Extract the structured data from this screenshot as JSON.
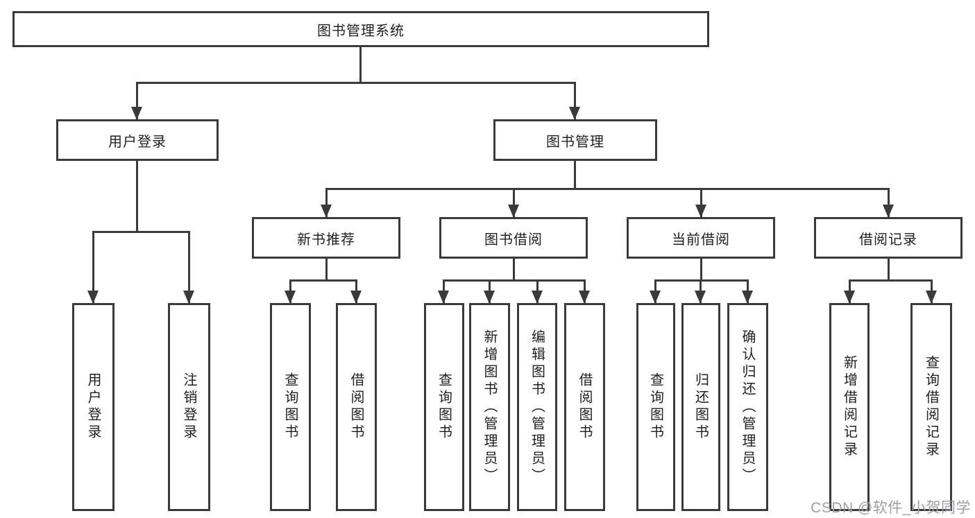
{
  "tree": {
    "label": "图书管理系统",
    "children": [
      {
        "label": "用户登录",
        "children": [
          {
            "label": "用户登录"
          },
          {
            "label": "注销登录"
          }
        ]
      },
      {
        "label": "图书管理",
        "children": [
          {
            "label": "新书推荐",
            "children": [
              {
                "label": "查询图书"
              },
              {
                "label": "借阅图书"
              }
            ]
          },
          {
            "label": "图书借阅",
            "children": [
              {
                "label": "查询图书"
              },
              {
                "label": "新增图书（管理员）"
              },
              {
                "label": "编辑图书（管理员）"
              },
              {
                "label": "借阅图书"
              }
            ]
          },
          {
            "label": "当前借阅",
            "children": [
              {
                "label": "查询图书"
              },
              {
                "label": "归还图书"
              },
              {
                "label": "确认归还（管理员）"
              }
            ]
          },
          {
            "label": "借阅记录",
            "children": [
              {
                "label": "新增借阅记录"
              },
              {
                "label": "查询借阅记录"
              }
            ]
          }
        ]
      }
    ]
  },
  "watermark": {
    "text": "CSDN @软件_小贺同学"
  },
  "colors": {
    "line": "#3a3a3a",
    "ink": "#1f1f1f",
    "watermark": "#9e9ea4",
    "background": "#ffffff"
  }
}
